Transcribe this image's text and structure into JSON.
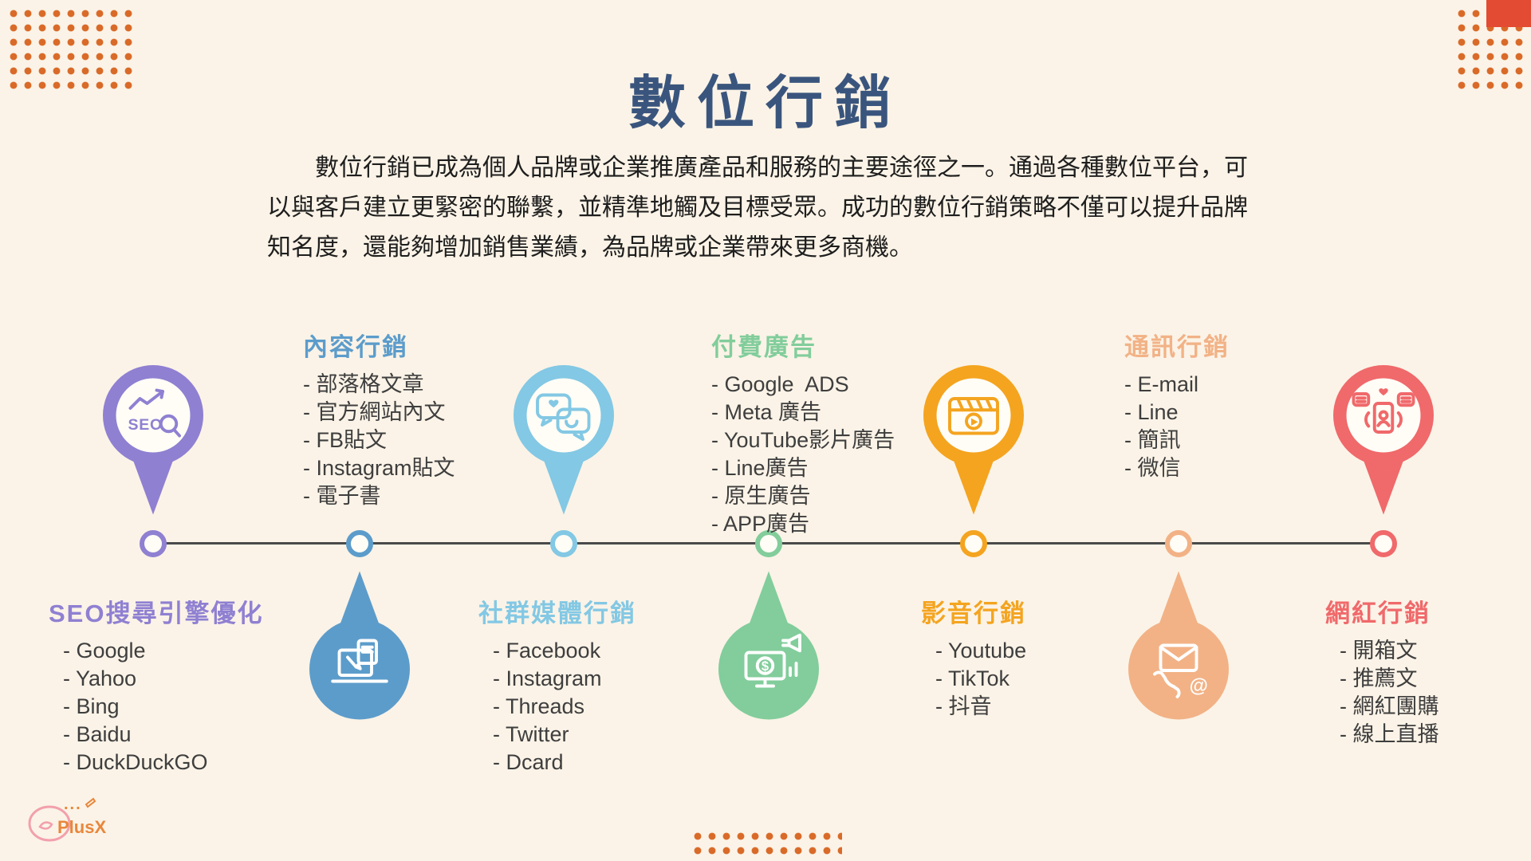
{
  "page": {
    "title": "數位行銷",
    "intro": "數位行銷已成為個人品牌或企業推廣產品和服務的主要途徑之一。通過各種數位平台，可以與客戶建立更緊密的聯繫，並精準地觸及目標受眾。成功的數位行銷策略不僅可以提升品牌知名度，還能夠增加銷售業績，為品牌或企業帶來更多商機。"
  },
  "colors": {
    "background": "#FBF3E7",
    "title": "#3A557D",
    "line": "#4A4A4A",
    "dots": "#D96A28",
    "corner_block": "#E34B33",
    "items_text": "#3E3E3E"
  },
  "timeline": {
    "nodes": [
      {
        "title": "SEO搜尋引擎優化",
        "color": "#8F80D2",
        "pin": "above",
        "icon": "seo-magnifier",
        "icon_text": "SEO",
        "items": [
          "- Google",
          "- Yahoo",
          "- Bing",
          "- Baidu",
          "- DuckDuckGO"
        ]
      },
      {
        "title": "內容行銷",
        "color": "#5C9CCB",
        "pin": "below",
        "icon": "laptop-writing",
        "items": [
          "- 部落格文章",
          "- 官方網站內文",
          "- FB貼文",
          "- Instagram貼文",
          "- 電子書"
        ]
      },
      {
        "title": "社群媒體行銷",
        "color": "#83C8E4",
        "pin": "above",
        "icon": "chat-bubbles",
        "items": [
          "- Facebook",
          "- Instagram",
          "- Threads",
          "- Twitter",
          "- Dcard"
        ]
      },
      {
        "title": "付費廣告",
        "color": "#82CD9B",
        "pin": "below",
        "icon": "ads-monitor",
        "icon_text": "$",
        "items": [
          "- Google  ADS",
          "- Meta 廣告",
          "- YouTube影片廣告",
          "- Line廣告",
          "- 原生廣告",
          "- APP廣告"
        ]
      },
      {
        "title": "影音行銷",
        "color": "#F4A41F",
        "pin": "above",
        "icon": "video-clapperboard",
        "items": [
          "- Youtube",
          "- TikTok",
          "- 抖音"
        ]
      },
      {
        "title": "通訊行銷",
        "color": "#F2B286",
        "pin": "below",
        "icon": "mail-phone",
        "icon_text": "@",
        "items": [
          "- E-mail",
          "- Line",
          "- 簡訊",
          "- 微信"
        ]
      },
      {
        "title": "網紅行銷",
        "color": "#F0696B",
        "pin": "above",
        "icon": "influencer-phone",
        "items": [
          "- 開箱文",
          "- 推薦文",
          "- 網紅團購",
          "- 線上直播"
        ]
      }
    ]
  },
  "logo": {
    "text": "PlusX",
    "dots": "...",
    "color": "#E8873C",
    "ring_color": "#F2A0AC"
  }
}
